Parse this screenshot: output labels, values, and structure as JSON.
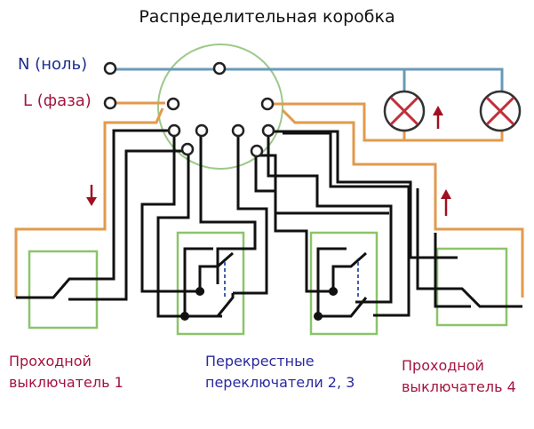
{
  "title": "Распределительная коробка",
  "terminals": {
    "neutral": "N (ноль)",
    "phase": "L (фаза)"
  },
  "captions": {
    "switch1": [
      "Проходной",
      "выключатель 1"
    ],
    "cross_switches": [
      "Перекрестные",
      "переключатели 2, 3"
    ],
    "switch4": [
      "Проходной",
      "выключатель 4"
    ]
  },
  "colors": {
    "neutral_wire": "#6a9ab8",
    "phase_wire": "#e29a4c",
    "switch_wire": "#111111",
    "box_outline": "#8cc46a",
    "lamp_cross": "#c0303a",
    "arrow": "#a01020"
  }
}
